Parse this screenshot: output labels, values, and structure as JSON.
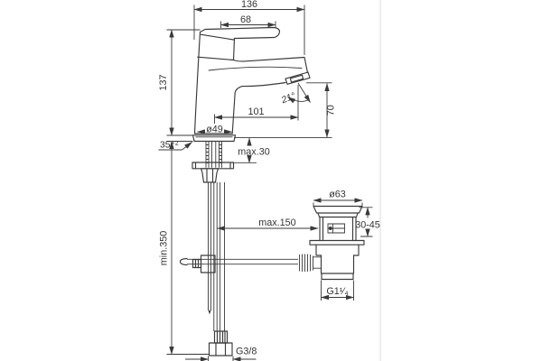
{
  "drawing": {
    "title": "basin-mixer-technical-drawing",
    "labels": {
      "overall_depth": "136",
      "lever_length": "68",
      "body_height": "137",
      "min_clearance": "min.350",
      "hole_diameter": "35⁺²",
      "max_deck_thickness": "max.30",
      "base_diameter": "ø49",
      "spout_reach": "101",
      "spout_angle": "21°",
      "outlet_height": "70",
      "rod_reach": "max.150",
      "waste_cap_diameter": "ø63",
      "waste_deck_range": "30-45",
      "waste_thread": "G1¹⁄₄",
      "supply_thread": "G3/8"
    },
    "colors": {
      "line": "#3a3a3a",
      "faint_divider": "#dedede",
      "background": "#ffffff"
    }
  }
}
